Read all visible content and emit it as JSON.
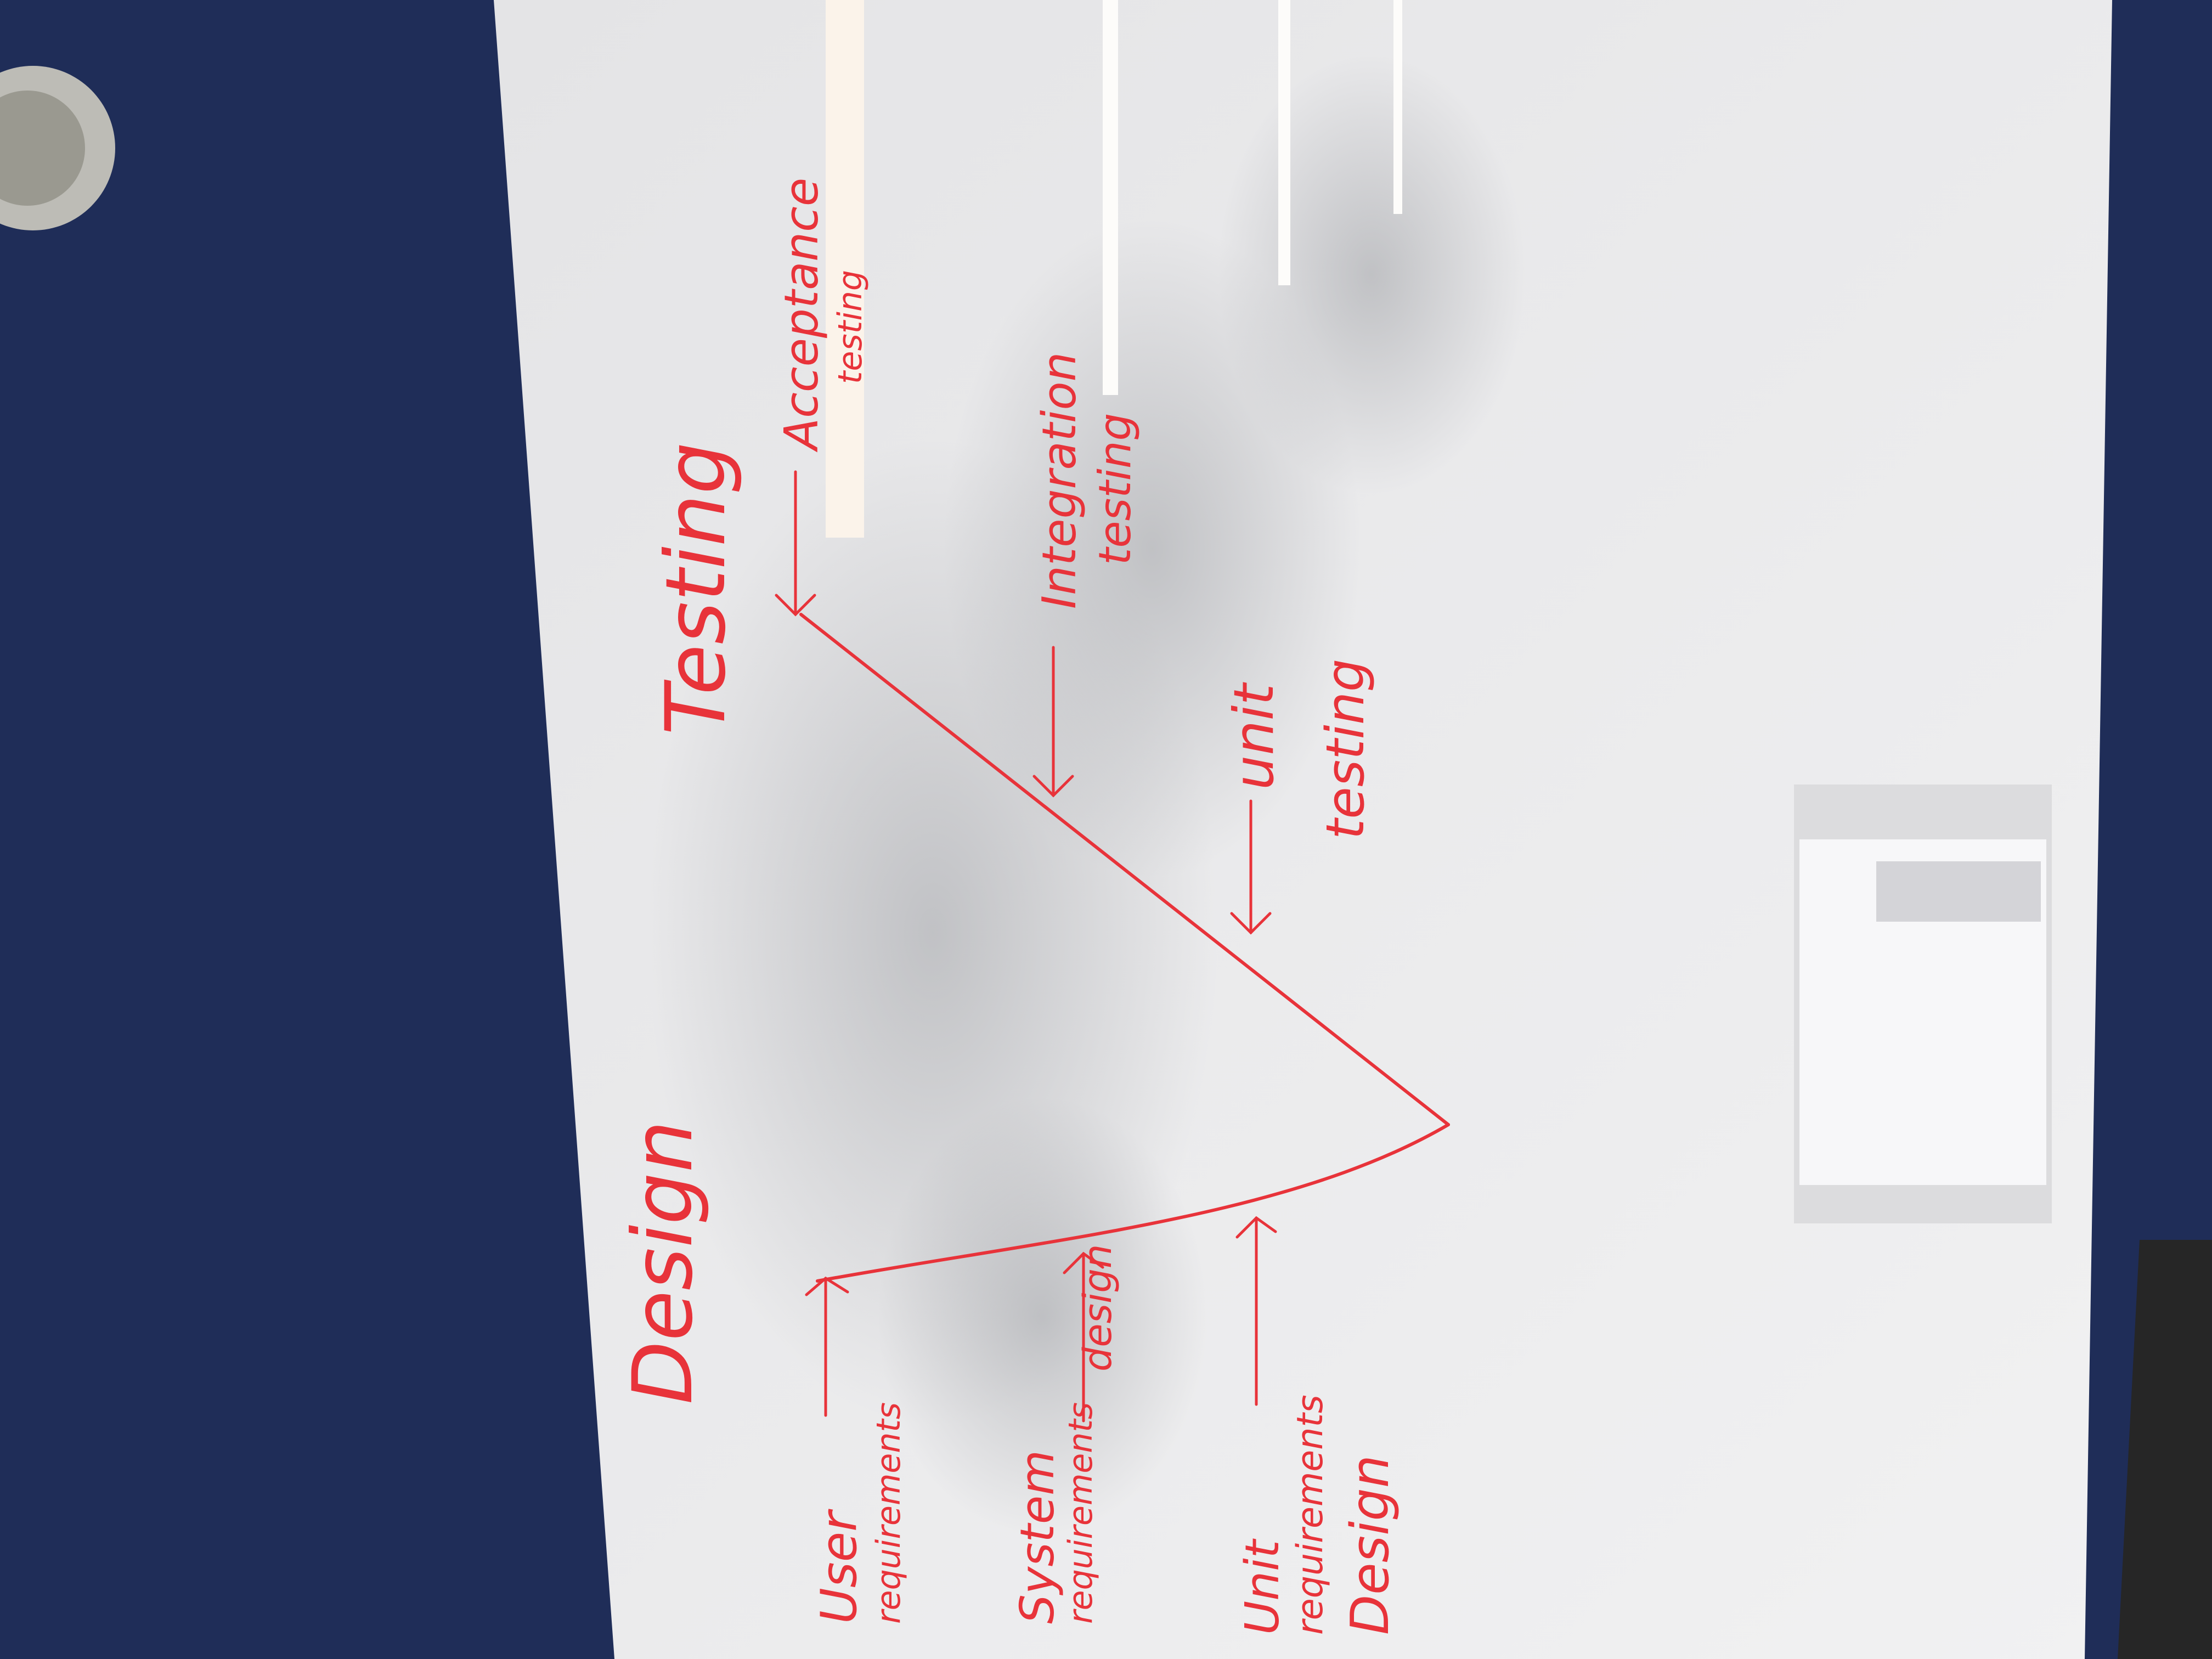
{
  "whiteboard": {
    "headings": {
      "design": "Design",
      "testing": "Testing"
    },
    "design_labels": {
      "user": [
        "User",
        "requirements"
      ],
      "system": [
        "System",
        "requirements",
        "design"
      ],
      "unit": [
        "Unit",
        "requirements",
        "Design"
      ]
    },
    "testing_labels": {
      "acceptance": [
        "Acceptance",
        "testing"
      ],
      "integration": [
        "Integration",
        "testing"
      ],
      "unit": [
        "unit",
        "testing"
      ]
    },
    "ink_color": "#e8333a",
    "board_color": "#ebebec",
    "wall_color": "#1f2d58"
  }
}
